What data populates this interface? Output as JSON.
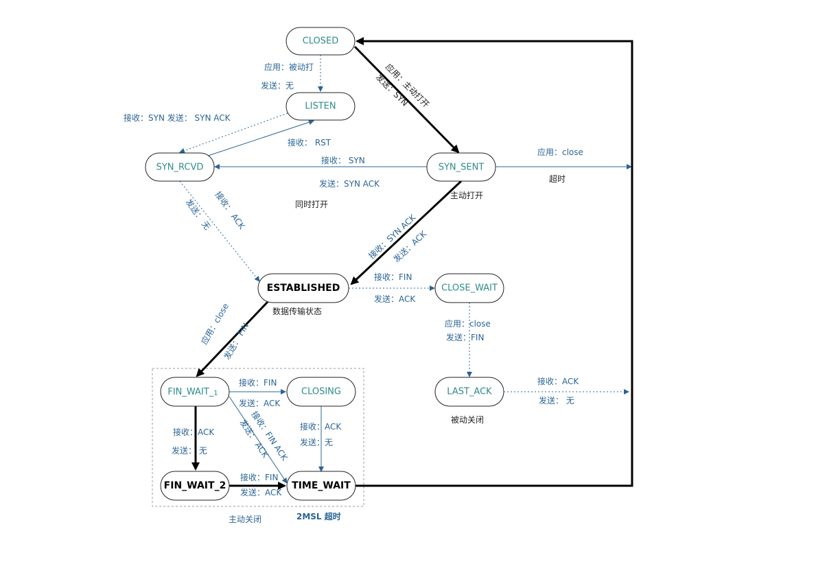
{
  "states": {
    "closed": "CLOSED",
    "listen": "LISTEN",
    "syn_rcvd": "SYN_RCVD",
    "syn_sent": "SYN_SENT",
    "established": "ESTABLISHED",
    "close_wait": "CLOSE_WAIT",
    "last_ack": "LAST_ACK",
    "fin_wait_1": "FIN_WAIT_",
    "fin_wait_1_sub": "1",
    "closing": "CLOSING",
    "fin_wait_2": "FIN_WAIT_2",
    "time_wait": "TIME_WAIT"
  },
  "labels": {
    "closed_listen_app": "应用：被动打",
    "closed_listen_send": "发送：无",
    "closed_synsent_app": "应用：主动打开",
    "closed_synsent_send": "发送：SYN",
    "listen_synrcvd": "接收：SYN  发送：  SYN  ACK",
    "rst": "接收：  RST",
    "synsent_synrcvd_recv": "接收：  SYN",
    "synsent_synrcvd_send": "发送：SYN  ACK",
    "simul_open": "同时打开",
    "synsent_close_app": "应用：close",
    "timeout": "超时",
    "active_open": "主动打开",
    "synrcvd_est_recv": "接收：  ACK",
    "synrcvd_est_send": "发送：  无",
    "synsent_est_recv": "接收：SYN ACK",
    "synsent_est_send": "发送：ACK",
    "est_closewait_recv": "接收：FIN",
    "est_closewait_send": "发送：ACK",
    "data_transfer": "数据传输状态",
    "closewait_lastack_app": "应用：close",
    "closewait_lastack_send": "发送：FIN",
    "lastack_recv": "接收：ACK",
    "lastack_send": "发送：  无",
    "passive_close": "被动关闭",
    "est_fw1_app": "应用：close",
    "est_fw1_send": "发送：  FIN",
    "fw1_closing_recv": "接收：FIN",
    "fw1_closing_send": "发送：ACK",
    "fw1_tw_recv": "接收：FIN  ACK",
    "fw1_tw_send": "发送：  ACK",
    "closing_tw_recv": "接收：ACK",
    "closing_tw_send": "发送：无",
    "fw1_fw2_recv": "接收：ACK",
    "fw1_fw2_send": "发送：  无",
    "fw2_tw_recv": "接收：FIN",
    "fw2_tw_send": "发送：ACK",
    "active_close": "主动关闭",
    "msl_timeout": "2MSL  超时"
  }
}
